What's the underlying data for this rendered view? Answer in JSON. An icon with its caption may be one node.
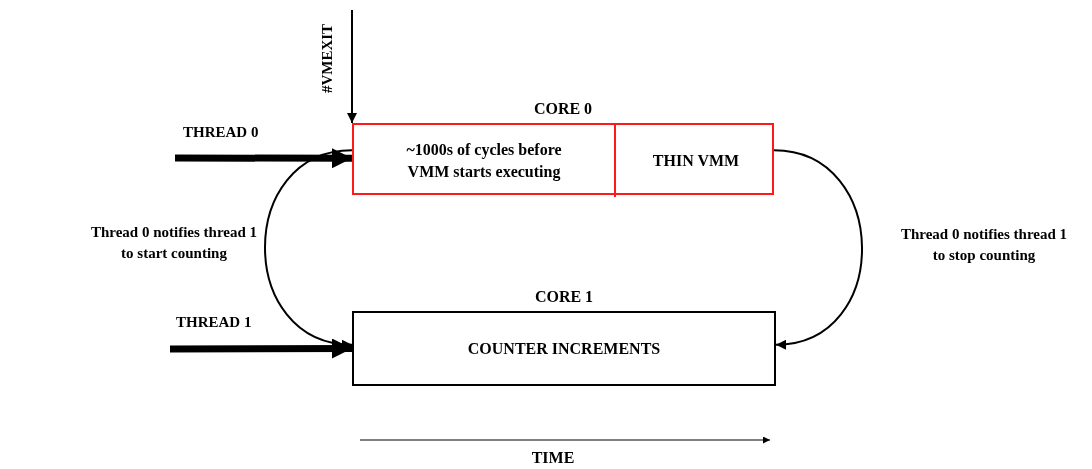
{
  "diagram": {
    "nodes": [
      {
        "text": [
          "CORE 0"
        ]
      },
      {
        "text": [
          "~1000s of cycles before VMM starts executing"
        ],
        "in": 0
      },
      {
        "text": [
          "THIN VMM"
        ],
        "in": 0
      },
      {
        "text": [
          "CORE 1",
          "COUNTER INCREMENTS"
        ]
      }
    ],
    "edges": [
      {
        "from": null,
        "to": 1,
        "arrow": "to",
        "style": "thick",
        "label": "THREAD 0"
      },
      {
        "from": null,
        "to": 1,
        "arrow": "to",
        "label": "#VMEXIT"
      },
      {
        "from": 1,
        "to": 3,
        "arrow": "to",
        "label": "Thread 0 notifies thread 1 to start counting"
      },
      {
        "from": 2,
        "to": 3,
        "arrow": "to",
        "label": "Thread 0 notifies thread 1 to stop counting"
      },
      {
        "from": null,
        "to": 3,
        "arrow": "to",
        "style": "thick",
        "label": "THREAD 1"
      }
    ],
    "labels": [
      "TIME"
    ]
  }
}
